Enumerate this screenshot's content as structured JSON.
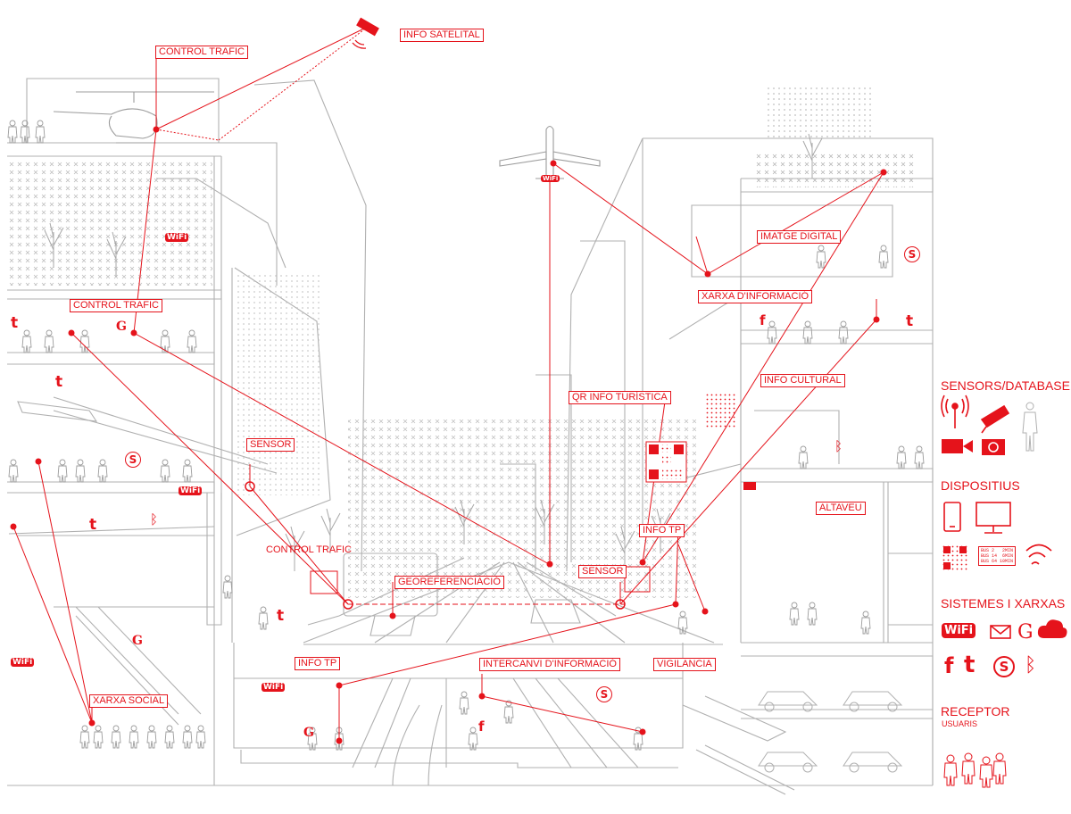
{
  "colors": {
    "accent": "#e5131b",
    "line": "#b9b9b9",
    "bg": "#ffffff"
  },
  "labels": {
    "info_satelital": "INFO SATELITAL",
    "control_trafic_top": "CONTROL TRAFIC",
    "control_trafic_mid": "CONTROL TRAFIC",
    "control_trafic_street": "CONTROL TRAFIC",
    "imatge_digital": "IMATGE DIGITAL",
    "xarxa_informacio": "XARXA D'INFORMACIÓ",
    "info_cultural": "INFO CULTURAL",
    "qr_info_turistica": "QR INFO TURÍSTICA",
    "sensor_left": "SENSOR",
    "sensor_right": "SENSOR",
    "altaveu": "ALTAVEU",
    "info_tp_right": "INFO TP",
    "georeferenciacio": "GEOREFERENCIACIÓ",
    "info_tp_lower": "INFO TP",
    "intercanvi": "INTERCANVI D'INFORMACIÓ",
    "vigilancia": "VIGILANCIA",
    "xarxa_social": "XARXA SOCIAL"
  },
  "legend": {
    "sensors_title": "SENSORS/DATABASE",
    "dispositius_title": "DISPOSITIUS",
    "sistemes_title": "SISTEMES I XARXAS",
    "receptor_title": "RECEPTOR",
    "receptor_sub": "USUARIS",
    "bus_board": [
      "BUS 2   2MIN",
      "BUS 14  6MIN",
      "BUS 64 10MIN"
    ]
  },
  "icons": {
    "wifi_badge": "wifi-fi-icon",
    "facebook": "facebook-icon",
    "twitter": "twitter-icon",
    "skype": "skype-icon",
    "bluetooth": "bluetooth-icon",
    "google": "google-icon",
    "mail": "mail-icon",
    "cloud": "cloud-icon",
    "camera": "camera-icon",
    "video": "video-camera-icon",
    "antenna": "antenna-icon",
    "cctv": "cctv-icon",
    "phone": "smartphone-icon",
    "monitor": "monitor-icon",
    "qr": "qr-code-icon",
    "signal": "signal-waves-icon"
  },
  "glyphs": {
    "wi": "Wi",
    "fi": "Fi",
    "f": "f",
    "t": "t",
    "s": "S",
    "g": "G",
    "bt": "ᛒ"
  }
}
